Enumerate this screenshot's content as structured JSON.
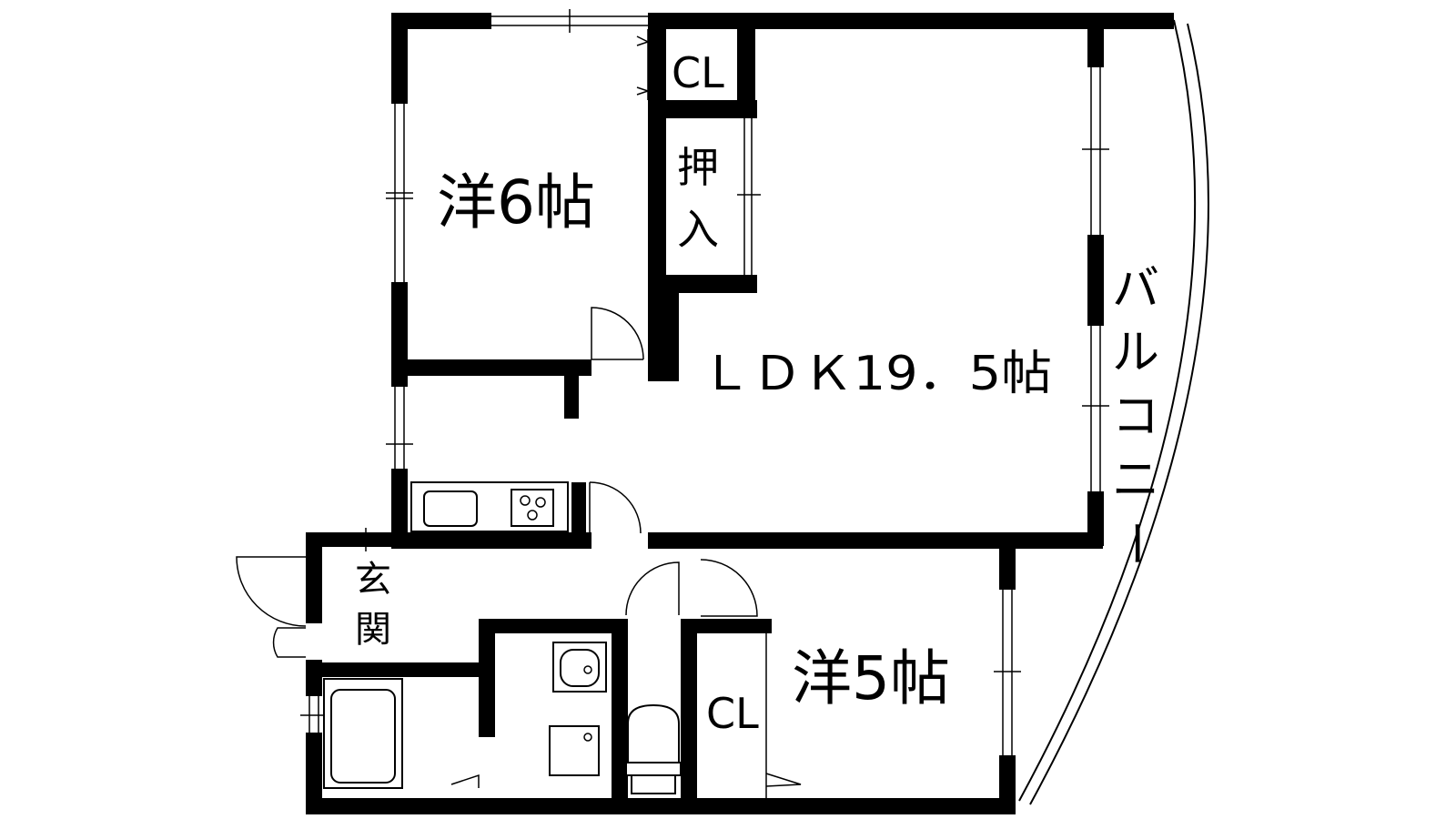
{
  "floorplan": {
    "rooms": {
      "western_6": "洋6帖",
      "western_5": "洋5帖",
      "ldk": "ＬＤＫ19．5帖",
      "closet_top": "CL",
      "closet_bottom": "CL",
      "oshiire_1": "押",
      "oshiire_2": "入",
      "genkan_1": "玄",
      "genkan_2": "関"
    },
    "balcony": [
      "バ",
      "ル",
      "コ",
      "ニ",
      "ー"
    ],
    "colors": {
      "wall": "#000000",
      "background": "#ffffff"
    }
  }
}
